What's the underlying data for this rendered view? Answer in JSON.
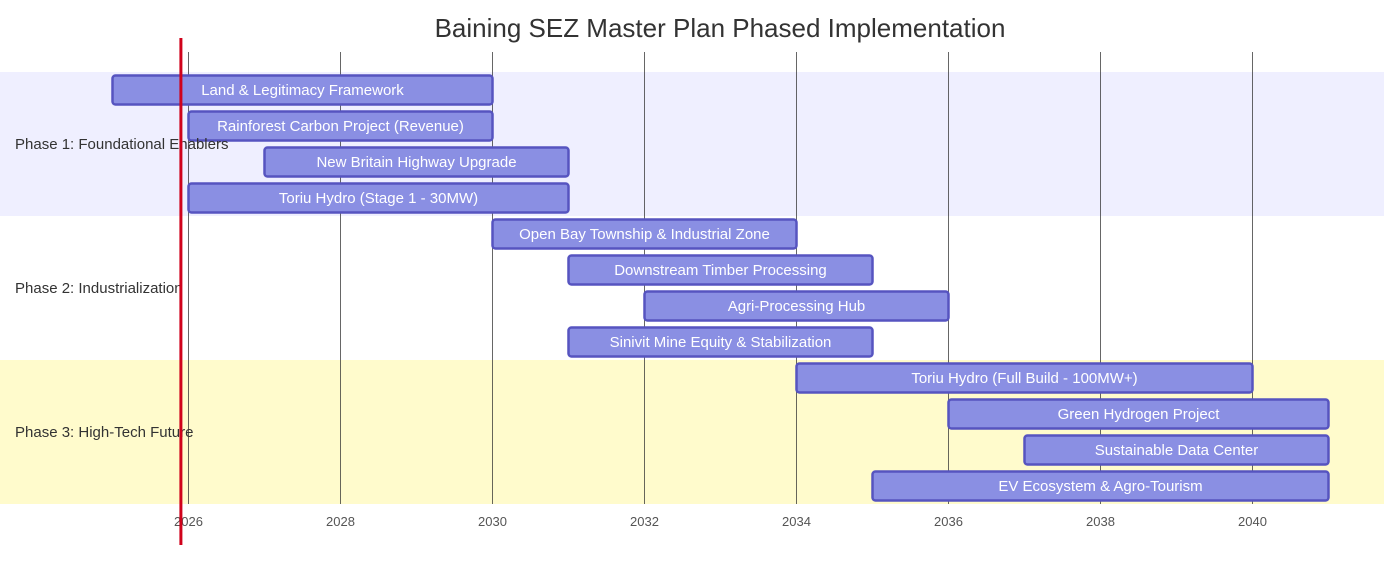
{
  "chart_data": {
    "type": "gantt",
    "title": "Baining SEZ Master Plan Phased Implementation",
    "xlim": [
      2025,
      2041.7
    ],
    "x_ticks": [
      "2026",
      "2028",
      "2030",
      "2032",
      "2034",
      "2036",
      "2038",
      "2040"
    ],
    "today_marker": 2025.9,
    "grid": true,
    "colors": {
      "bar_fill": "#8a8fe3",
      "bar_stroke": "#5654c0",
      "today_line": "#d0021b",
      "gridline": "#333333",
      "text": "#333333"
    },
    "sections": [
      {
        "name": "Phase 1: Foundational Enablers",
        "background": "#efefff",
        "tasks": [
          {
            "name": "Land & Legitimacy Framework",
            "start": 2025.0,
            "end": 2030.0
          },
          {
            "name": "Rainforest Carbon Project (Revenue)",
            "start": 2026.0,
            "end": 2030.0
          },
          {
            "name": "New Britain Highway Upgrade",
            "start": 2027.0,
            "end": 2031.0
          },
          {
            "name": "Toriu Hydro (Stage 1 - 30MW)",
            "start": 2026.0,
            "end": 2031.0
          }
        ]
      },
      {
        "name": "Phase 2: Industrialization",
        "background": "#ffffff",
        "tasks": [
          {
            "name": "Open Bay Township & Industrial Zone",
            "start": 2030.0,
            "end": 2034.0
          },
          {
            "name": "Downstream Timber Processing",
            "start": 2031.0,
            "end": 2035.0
          },
          {
            "name": "Agri-Processing Hub",
            "start": 2032.0,
            "end": 2036.0
          },
          {
            "name": "Sinivit Mine Equity & Stabilization",
            "start": 2031.0,
            "end": 2035.0
          }
        ]
      },
      {
        "name": "Phase 3: High-Tech Future",
        "background": "#fffbcc",
        "tasks": [
          {
            "name": "Toriu Hydro (Full Build - 100MW+)",
            "start": 2034.0,
            "end": 2040.0
          },
          {
            "name": "Green Hydrogen Project",
            "start": 2036.0,
            "end": 2041.0
          },
          {
            "name": "Sustainable Data Center",
            "start": 2037.0,
            "end": 2041.0
          },
          {
            "name": "EV Ecosystem & Agro-Tourism",
            "start": 2035.0,
            "end": 2041.0
          }
        ]
      }
    ]
  }
}
